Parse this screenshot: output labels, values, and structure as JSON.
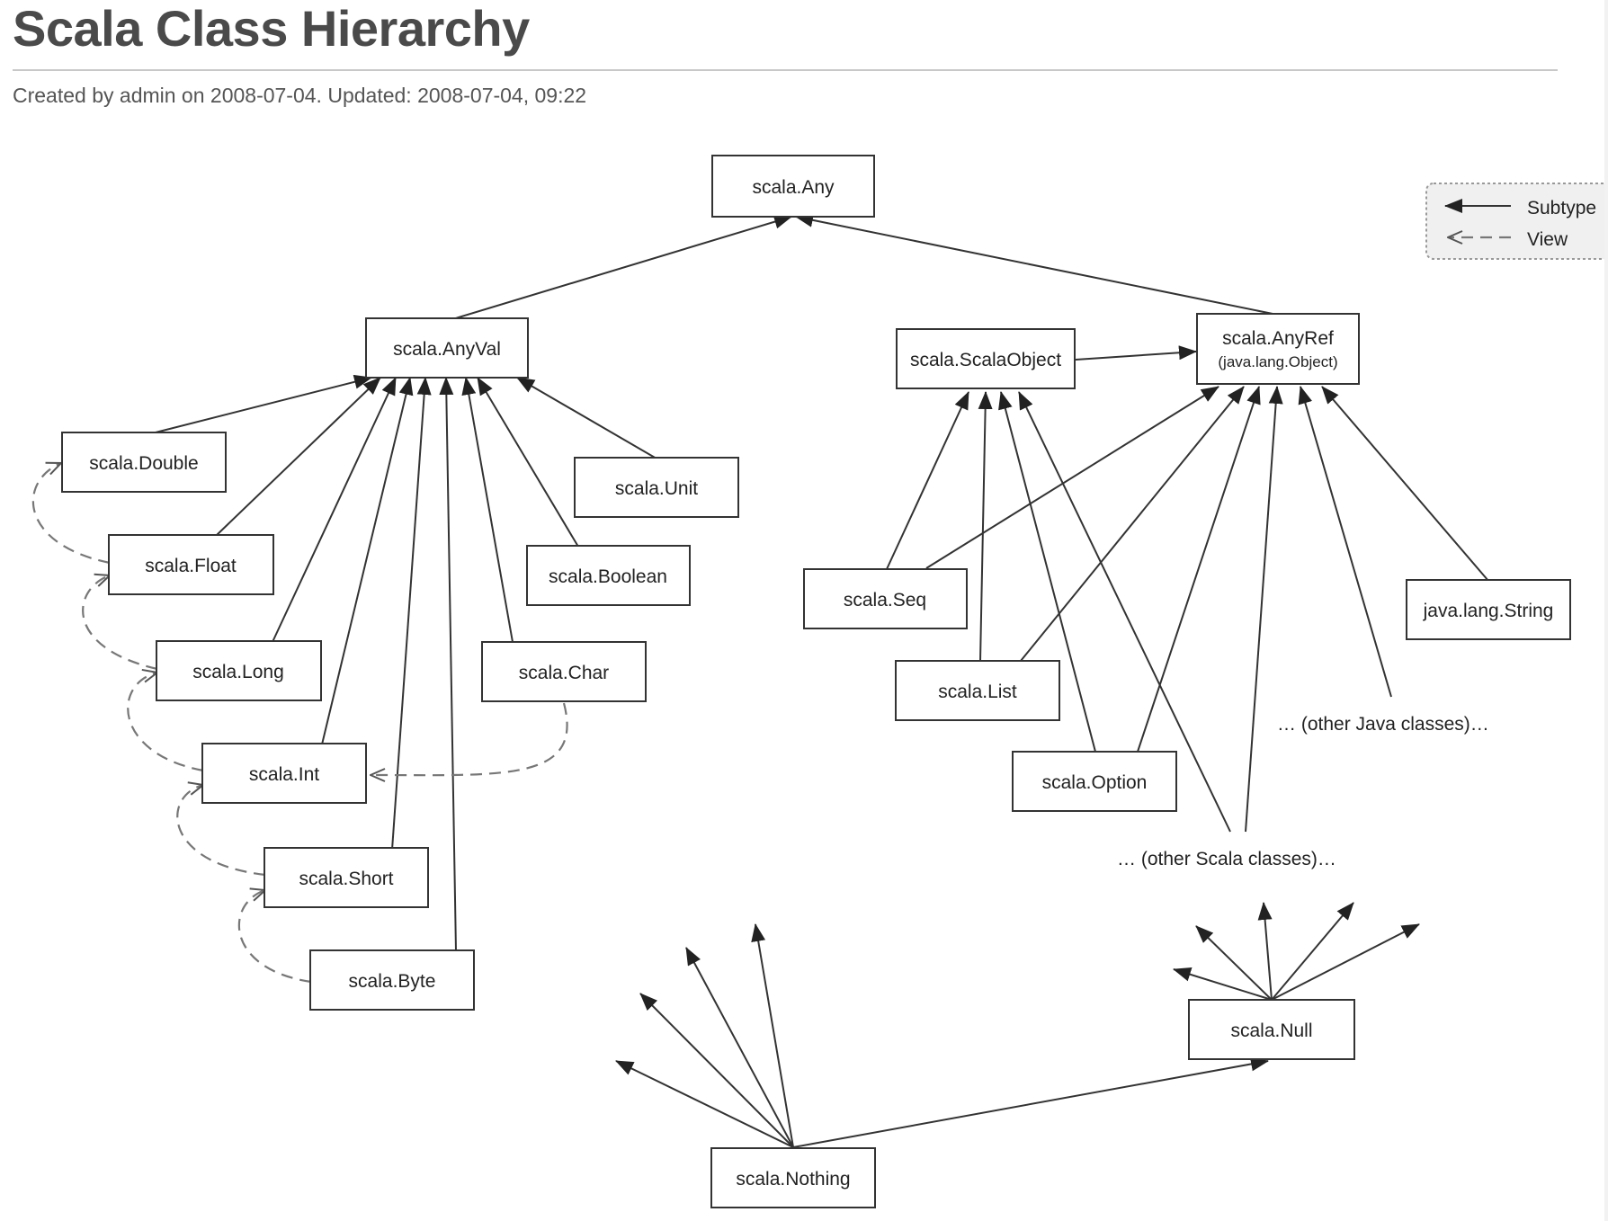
{
  "page": {
    "title": "Scala Class Hierarchy",
    "meta": "Created by admin on 2008-07-04. Updated: 2008-07-04, 09:22"
  },
  "legend": {
    "subtype": "Subtype",
    "view": "View"
  },
  "nodes": {
    "any": "scala.Any",
    "anyval": "scala.AnyVal",
    "scalaobject": "scala.ScalaObject",
    "anyref": "scala.AnyRef",
    "anyref_sub": "(java.lang.Object)",
    "double": "scala.Double",
    "float": "scala.Float",
    "long": "scala.Long",
    "int": "scala.Int",
    "short": "scala.Short",
    "byte": "scala.Byte",
    "unit": "scala.Unit",
    "boolean": "scala.Boolean",
    "char": "scala.Char",
    "seq": "scala.Seq",
    "list": "scala.List",
    "option": "scala.Option",
    "string": "java.lang.String",
    "null": "scala.Null",
    "nothing": "scala.Nothing"
  },
  "free_labels": {
    "other_java": "… (other Java classes)…",
    "other_scala": "… (other Scala classes)…"
  },
  "colors": {
    "title": "#4a4a4a",
    "box_border": "#333333",
    "view_edge": "#777777",
    "legend_bg": "#f0f0f0"
  }
}
